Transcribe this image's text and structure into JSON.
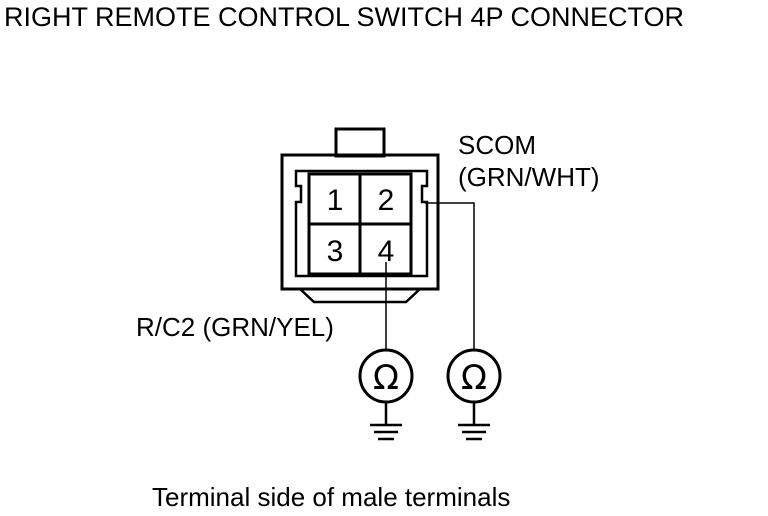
{
  "title": "RIGHT REMOTE CONTROL SWITCH 4P CONNECTOR",
  "connector": {
    "pins": [
      "1",
      "2",
      "3",
      "4"
    ]
  },
  "labels": {
    "scom_name": "SCOM",
    "scom_wire": "(GRN/WHT)",
    "rc2": "R/C2 (GRN/YEL)"
  },
  "meter_symbol": "Ω",
  "caption": "Terminal side of male terminals",
  "icons": [
    "ohmmeter-icon",
    "ground-icon"
  ]
}
